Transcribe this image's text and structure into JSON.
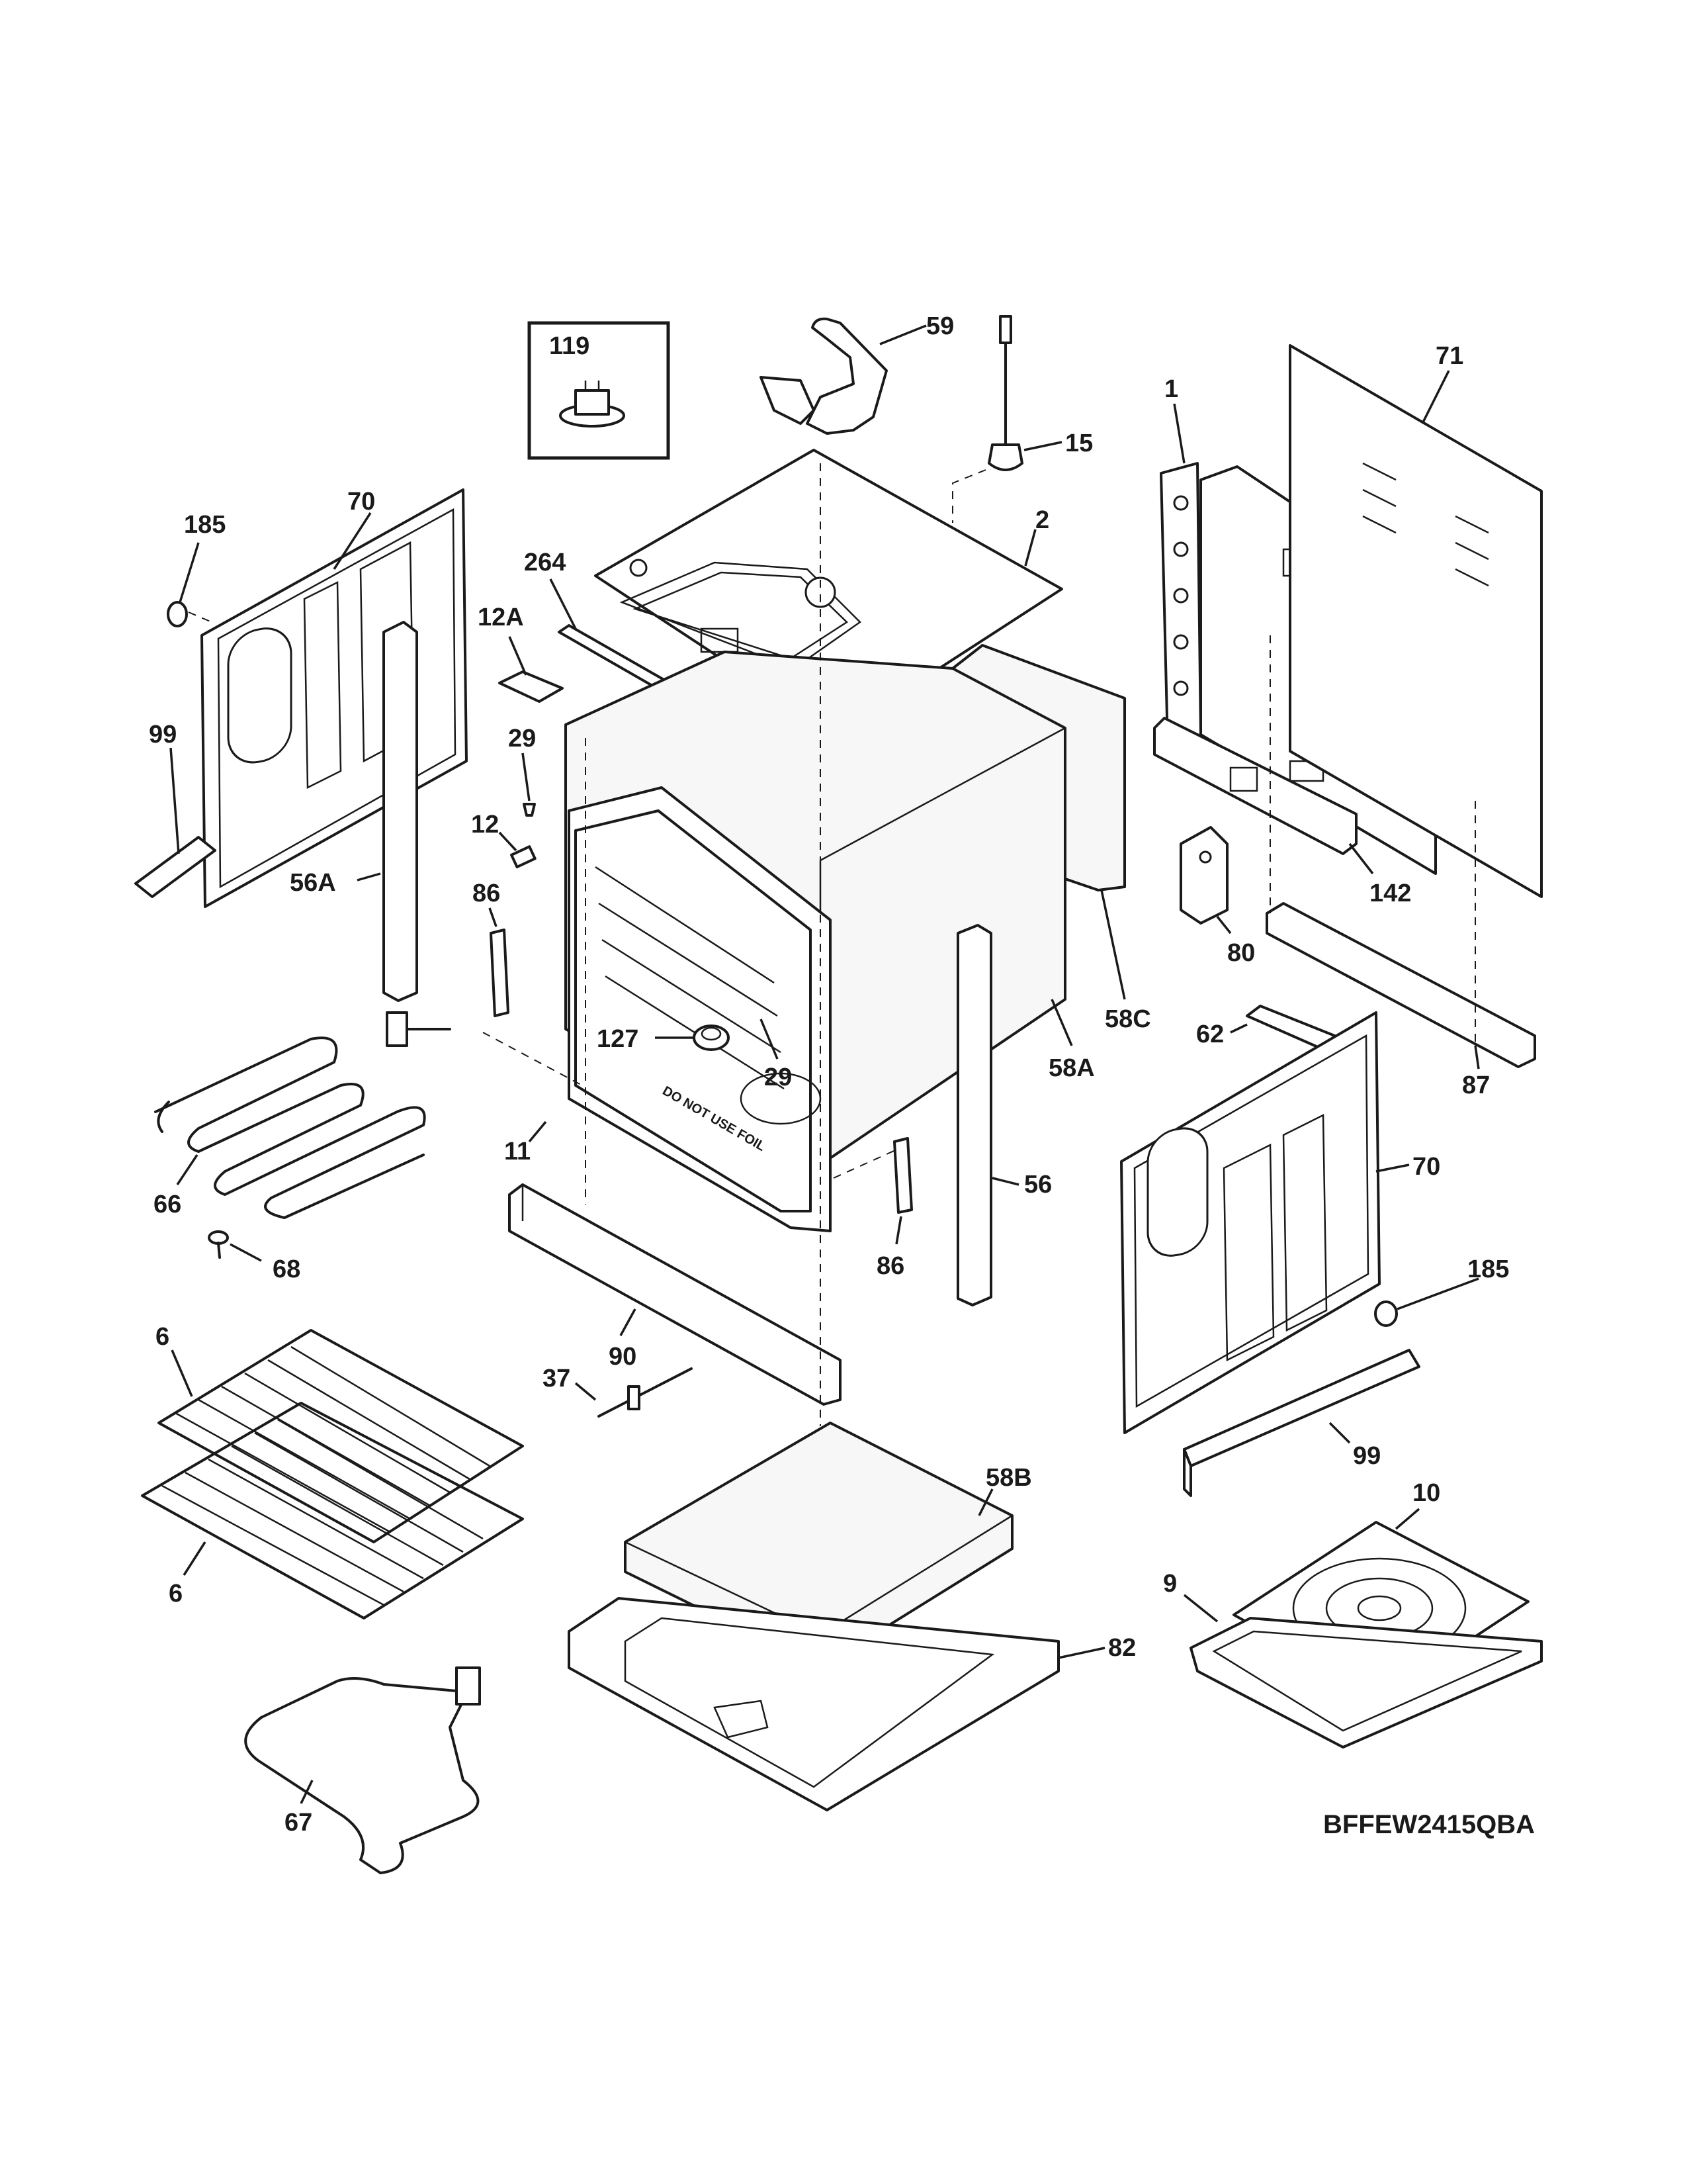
{
  "diagram": {
    "model_number": "BFFEW2415QBA",
    "inset_label": "119",
    "warning_text": "DO NOT USE FOIL",
    "callouts": {
      "c1": "1",
      "c2": "2",
      "c6a": "6",
      "c6b": "6",
      "c9": "9",
      "c10": "10",
      "c11": "11",
      "c12": "12",
      "c12a": "12A",
      "c15": "15",
      "c29a": "29",
      "c29b": "29",
      "c37": "37",
      "c56": "56",
      "c56a": "56A",
      "c58a": "58A",
      "c58b": "58B",
      "c58c": "58C",
      "c59": "59",
      "c62": "62",
      "c66": "66",
      "c67": "67",
      "c68": "68",
      "c70a": "70",
      "c70b": "70",
      "c71": "71",
      "c80": "80",
      "c82": "82",
      "c86a": "86",
      "c86b": "86",
      "c87": "87",
      "c90": "90",
      "c99a": "99",
      "c99b": "99",
      "c127": "127",
      "c142": "142",
      "c185a": "185",
      "c185b": "185",
      "c264": "264"
    }
  }
}
